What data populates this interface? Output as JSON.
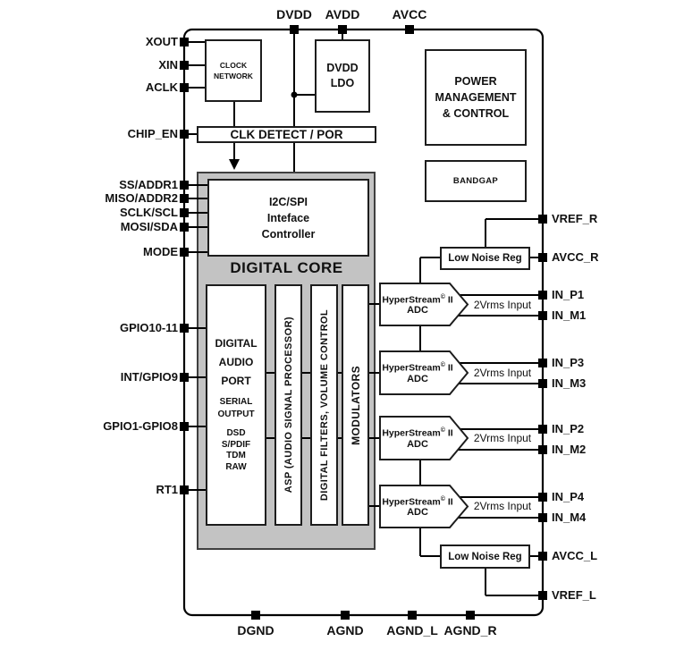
{
  "pins": {
    "top": [
      "DVDD",
      "AVDD",
      "AVCC"
    ],
    "bottom": [
      "DGND",
      "AGND",
      "AGND_L",
      "AGND_R"
    ],
    "left": [
      "XOUT",
      "XIN",
      "ACLK",
      "CHIP_EN",
      "SS/ADDR1",
      "MISO/ADDR2",
      "SCLK/SCL",
      "MOSI/SDA",
      "MODE",
      "GPIO10-11",
      "INT/GPIO9",
      "GPIO1-GPIO8",
      "RT1"
    ],
    "right": [
      "VREF_R",
      "AVCC_R",
      "IN_P1",
      "IN_M1",
      "IN_P3",
      "IN_M3",
      "IN_P2",
      "IN_M2",
      "IN_P4",
      "IN_M4",
      "AVCC_L",
      "VREF_L"
    ]
  },
  "blocks": {
    "clock_network": "CLOCK\nNETWORK",
    "dvdd_ldo": "DVDD\nLDO",
    "clk_detect_por": "CLK DETECT / POR",
    "power_management": "POWER\nMANAGEMENT\n& CONTROL",
    "bandgap": "BANDGAP",
    "i2c_spi_controller": "I2C/SPI\nInteface\nController",
    "digital_core": "DIGITAL CORE",
    "digital_audio_port": "DIGITAL\nAUDIO\nPORT",
    "serial_output": "SERIAL\nOUTPUT",
    "audio_formats": "DSD\nS/PDIF\nTDM\nRAW",
    "asp": "ASP (AUDIO SIGNAL PROCESSOR)",
    "digital_filters": "DIGITAL FILTERS, VOLUME CONTROL",
    "modulators": "MODULATORS",
    "low_noise_reg": "Low Noise Reg",
    "adc": {
      "brand": "HyperStream",
      "mark": "©",
      "suffix": "II",
      "line2": "ADC"
    },
    "vrms_input": "2Vrms Input"
  },
  "colors": {
    "core_fill": "#c3c3c3",
    "line": "#000000",
    "box_border": "#1d1d1d"
  }
}
